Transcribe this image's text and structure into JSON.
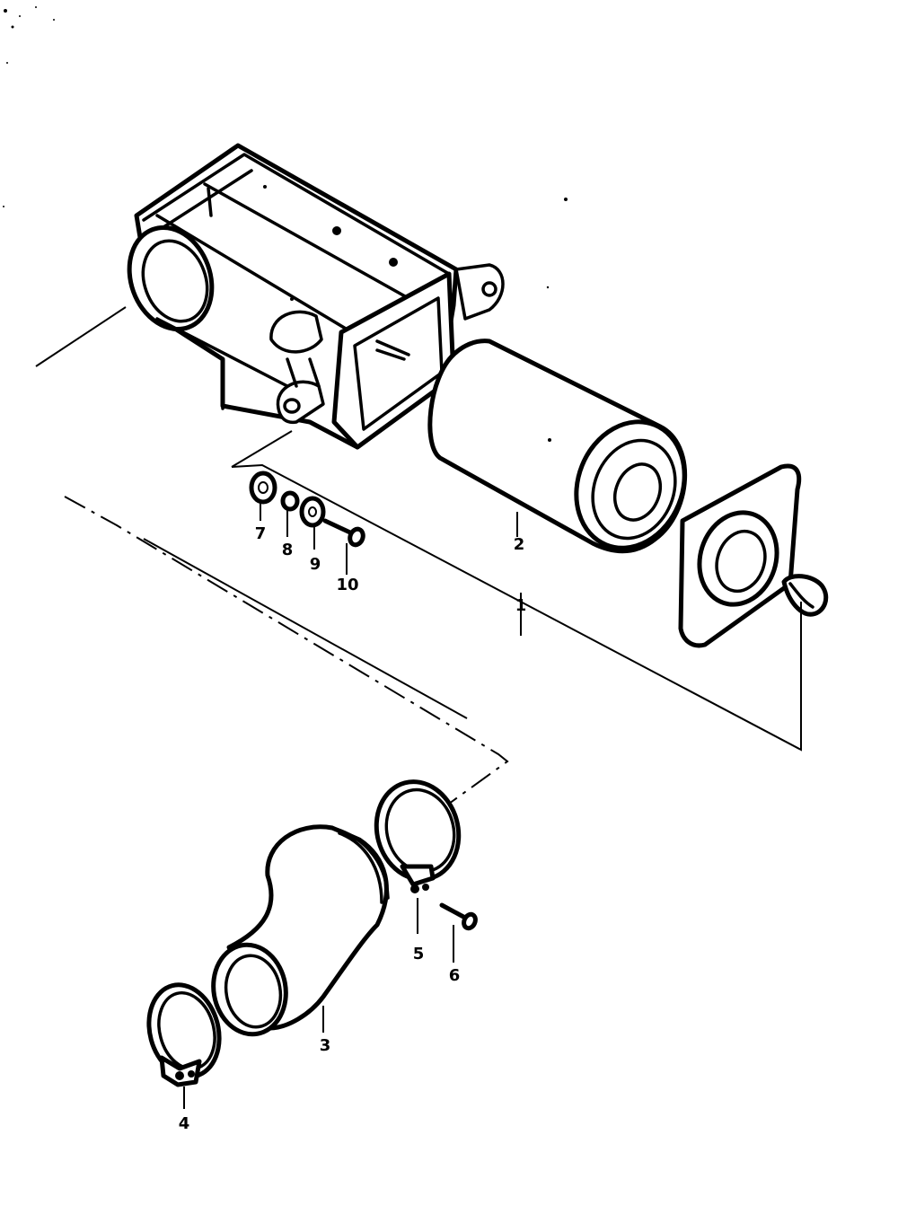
{
  "diagram": {
    "parts": [
      {
        "id": "1",
        "label": "1"
      },
      {
        "id": "2",
        "label": "2"
      },
      {
        "id": "3",
        "label": "3"
      },
      {
        "id": "4",
        "label": "4"
      },
      {
        "id": "5",
        "label": "5"
      },
      {
        "id": "6",
        "label": "6"
      },
      {
        "id": "7",
        "label": "7"
      },
      {
        "id": "8",
        "label": "8"
      },
      {
        "id": "9",
        "label": "9"
      },
      {
        "id": "10",
        "label": "10"
      }
    ],
    "colors": {
      "line": "#000000",
      "background": "#ffffff"
    }
  }
}
